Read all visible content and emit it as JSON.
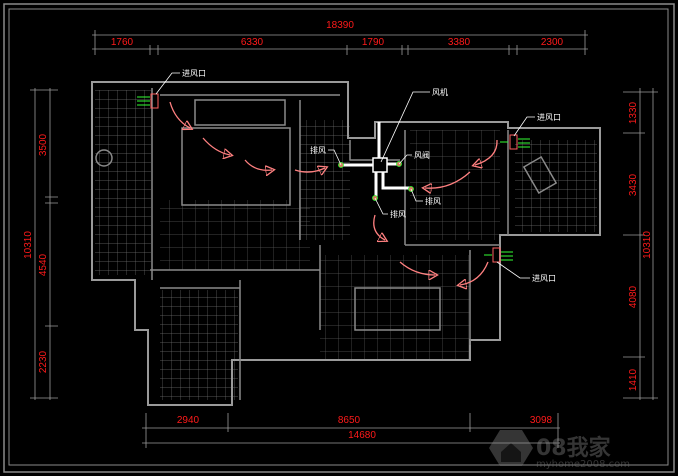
{
  "drawing": {
    "top_dimensions": {
      "total": "18390",
      "segments": [
        "1760",
        "6330",
        "1790",
        "3380",
        "2300"
      ]
    },
    "bottom_dimensions": {
      "total": "14680",
      "segments": [
        "2940",
        "8650",
        "3098"
      ]
    },
    "left_dimensions": {
      "total": "10310",
      "segments": [
        "3500",
        "4540",
        "2230"
      ]
    },
    "right_dimensions": {
      "total": "10310",
      "segments": [
        "1330",
        "3430",
        "4080",
        "1410"
      ]
    },
    "labels": {
      "fan": "风机",
      "inlet_1": "进风口",
      "inlet_2": "进风口",
      "inlet_3": "进风口",
      "exhaust_left": "排风",
      "damper_right": "风阀",
      "exhaust_lower_right": "排风",
      "exhaust_lower": "排风"
    },
    "watermark": {
      "brand": "08我家",
      "site": "myhome2008.com"
    },
    "colors": {
      "dimension": "#ff1a1a",
      "wall": "#9a9a9a",
      "duct": "#ffffff",
      "airflow": "#ff8080",
      "inlet_arrow": "#33ff33"
    }
  }
}
